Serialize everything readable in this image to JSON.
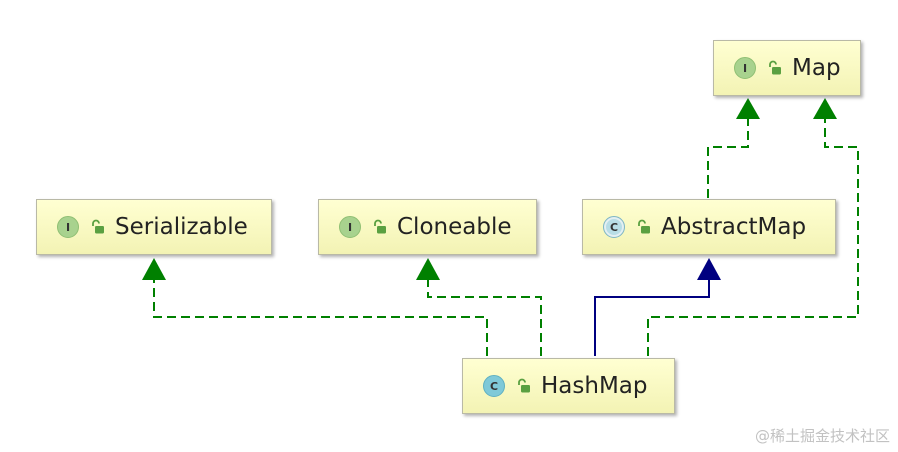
{
  "nodes": {
    "map": {
      "kind": "interface",
      "badge": "I",
      "label": "Map"
    },
    "serializable": {
      "kind": "interface",
      "badge": "I",
      "label": "Serializable"
    },
    "cloneable": {
      "kind": "interface",
      "badge": "I",
      "label": "Cloneable"
    },
    "abstract_map": {
      "kind": "abstract-class",
      "badge": "C",
      "label": "AbstractMap"
    },
    "hashmap": {
      "kind": "class",
      "badge": "C",
      "label": "HashMap"
    }
  },
  "edges": [
    {
      "from": "hashmap",
      "to": "abstract_map",
      "relation": "extends",
      "style": "solid",
      "color": "#000080"
    },
    {
      "from": "hashmap",
      "to": "serializable",
      "relation": "implements",
      "style": "dashed",
      "color": "#008000"
    },
    {
      "from": "hashmap",
      "to": "cloneable",
      "relation": "implements",
      "style": "dashed",
      "color": "#008000"
    },
    {
      "from": "hashmap",
      "to": "map",
      "relation": "implements",
      "style": "dashed",
      "color": "#008000"
    },
    {
      "from": "abstract_map",
      "to": "map",
      "relation": "implements",
      "style": "dashed",
      "color": "#008000"
    }
  ],
  "colors": {
    "implements": "#008000",
    "extends": "#000080",
    "node_fill": "#ffffc8",
    "watermark": "#c2c2c2"
  },
  "watermark": "@稀土掘金技术社区"
}
